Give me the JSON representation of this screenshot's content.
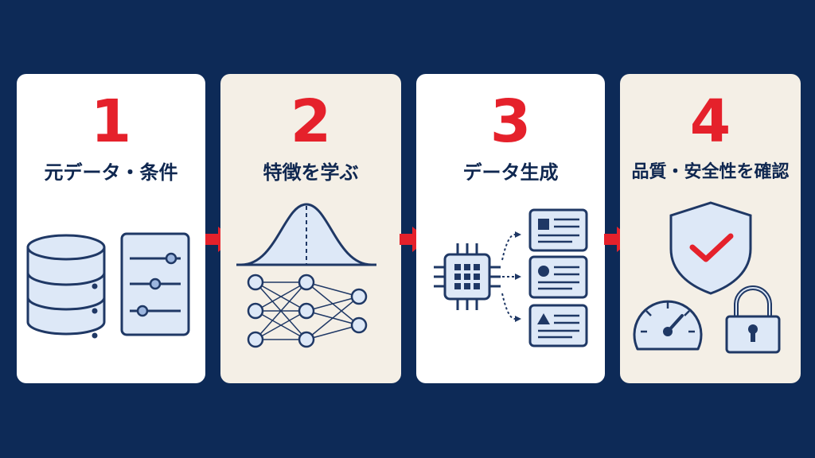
{
  "steps": [
    {
      "number": "1",
      "title": "元データ・条件"
    },
    {
      "number": "2",
      "title": "特徴を学ぶ"
    },
    {
      "number": "3",
      "title": "データ生成"
    },
    {
      "number": "4",
      "title": "品質・安全性を確認"
    }
  ],
  "icons": {
    "step1": [
      "database-icon",
      "settings-sliders-icon"
    ],
    "step2": [
      "bell-curve-icon",
      "neural-network-icon"
    ],
    "step3": [
      "processor-chip-icon",
      "generated-data-card-icon"
    ],
    "step4": [
      "shield-check-icon",
      "gauge-icon",
      "padlock-icon"
    ]
  },
  "colors": {
    "background": "#0d2a57",
    "accent": "#e5212b",
    "navy": "#1f3865",
    "light_blue": "#dde8f7",
    "card_white": "#ffffff",
    "card_cream": "#f4efe6"
  }
}
